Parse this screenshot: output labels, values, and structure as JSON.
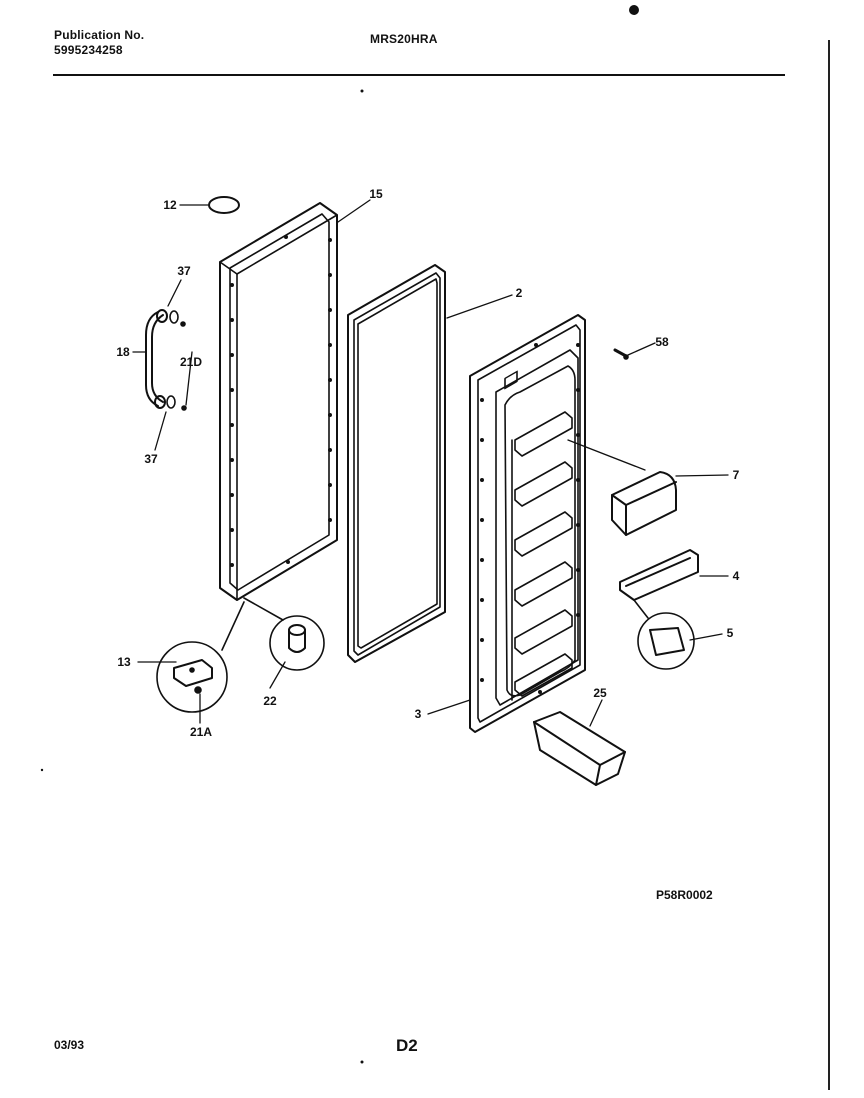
{
  "header": {
    "publication_label": "Publication No.",
    "publication_number": "5995234258",
    "model": "MRS20HRA"
  },
  "diagram": {
    "reference_code": "P58R0002",
    "callouts": [
      {
        "id": "12",
        "text": "12"
      },
      {
        "id": "15",
        "text": "15"
      },
      {
        "id": "37a",
        "text": "37"
      },
      {
        "id": "18",
        "text": "18"
      },
      {
        "id": "21D",
        "text": "21D"
      },
      {
        "id": "37b",
        "text": "37"
      },
      {
        "id": "2",
        "text": "2"
      },
      {
        "id": "58",
        "text": "58"
      },
      {
        "id": "7",
        "text": "7"
      },
      {
        "id": "4",
        "text": "4"
      },
      {
        "id": "5",
        "text": "5"
      },
      {
        "id": "13",
        "text": "13"
      },
      {
        "id": "22",
        "text": "22"
      },
      {
        "id": "21A",
        "text": "21A"
      },
      {
        "id": "3",
        "text": "3"
      },
      {
        "id": "25",
        "text": "25"
      }
    ]
  },
  "footer": {
    "date": "03/93",
    "page": "D2"
  },
  "colors": {
    "ink": "#111111",
    "paper": "#ffffff"
  }
}
